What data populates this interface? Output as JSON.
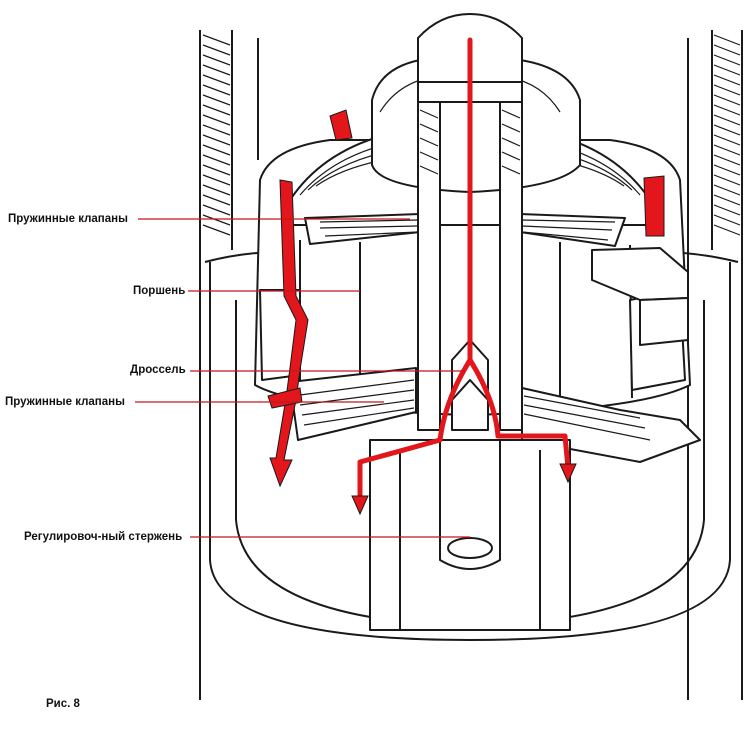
{
  "labels": {
    "spring_valves_top": "Пружинные клапаны",
    "piston": "Поршень",
    "throttle": "Дроссель",
    "spring_valves_bottom": "Пружинные клапаны",
    "adjusting_rod": "Регулировоч-ный стержень"
  },
  "caption": "Рис. 8",
  "colors": {
    "flow_arrows": "#e3161b",
    "leader_lines": "#c0181c",
    "outline": "#1a1a1a"
  }
}
